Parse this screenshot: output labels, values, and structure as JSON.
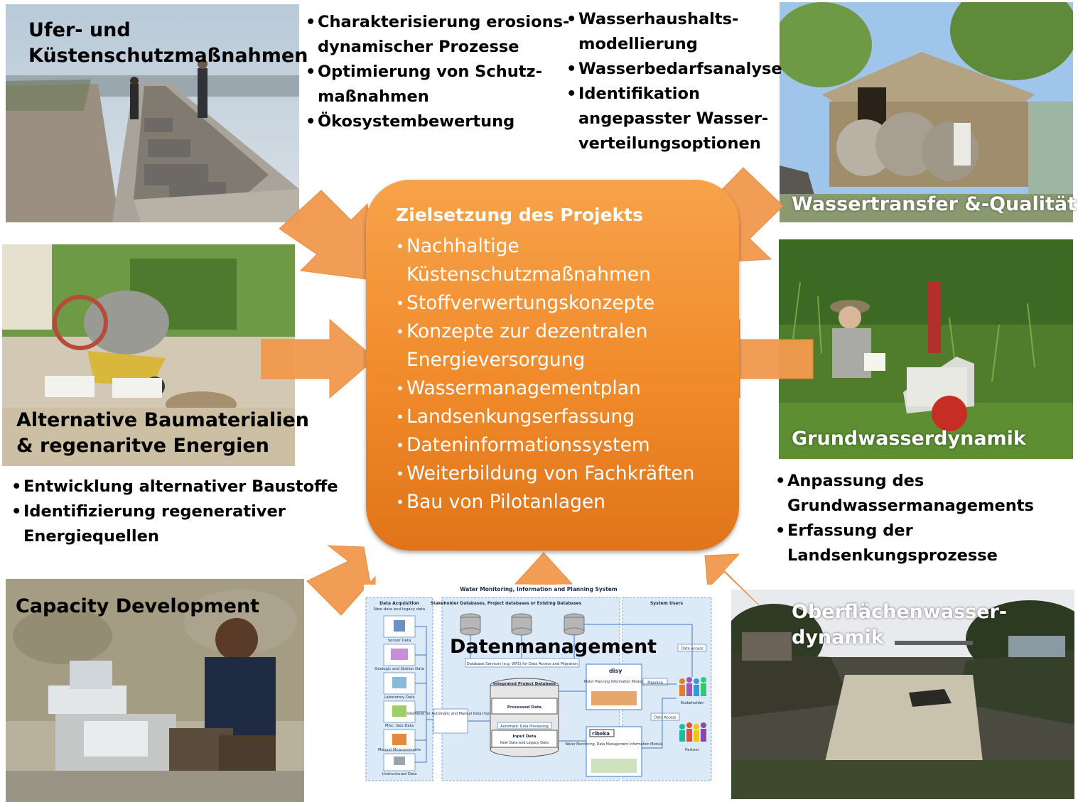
{
  "center": {
    "title": "Zielsetzung des Projekts",
    "items": [
      "Nachhaltige\nKüstenschutzmaßnahmen",
      "Stoffverwertungskonzepte",
      "Konzepte  zur dezentralen\nEnergieversorgung",
      "Wassermanagementplan",
      "Landsenkungserfassung",
      "Dateninformationssystem",
      "Weiterbildung  von Fachkräften",
      "Bau von Pilotanlagen"
    ]
  },
  "topics": {
    "coastal": {
      "title": "Ufer- und\nKüstenschutzmaßnahmen"
    },
    "water_transfer": {
      "title": "Wassertransfer &-Qualität"
    },
    "materials": {
      "title": "Alternative Baumaterialien\n& regenaritve Energien"
    },
    "groundwater": {
      "title": "Grundwasserdynamik"
    },
    "capacity": {
      "title": "Capacity Development"
    },
    "surface": {
      "title": "Oberflächenwasser-\ndynamik"
    },
    "data": {
      "title": "Datenmanagement"
    }
  },
  "bullets": {
    "coastal": [
      "Charakterisierung erosions-\ndynamischer Prozesse",
      "Optimierung von Schutz-\nmaßnahmen",
      "Ökosystembewertung"
    ],
    "water": [
      "Wasserhaushalts-\nmodellierung",
      "Wasserbedarfsanalyse",
      "Identifikation\nangepasster Wasser-\nverteilungsoptionen"
    ],
    "materials": [
      "Entwicklung alternativer Baustoffe",
      "Identifizierung regenerativer\nEnergiequellen"
    ],
    "groundwater": [
      "Anpassung des\nGrundwassermanagements",
      "Erfassung der\nLandsenkungsprozesse"
    ]
  },
  "data_system": {
    "title": "Water Monitoring, Information and Planning System",
    "acquisition": {
      "heading": "Data Acquisition",
      "sub": "New data and legacy data",
      "sources": [
        "Sensor Data",
        "Geologic and Station Data",
        "Laboratory Data",
        "Misc. Geo Data",
        "Manual Measurements",
        "Unstructured Data"
      ]
    },
    "stakeholder_db": "Stakeholder Databases, Project databases or Existing Databases",
    "services": "Database Services (e.g. WFS) for Data Access and Migration",
    "integrated": {
      "title": "Integrated Project Database",
      "processed": "Processed Data",
      "processing": "Automatic Data Processing",
      "input": "Input Data",
      "input_sub": "New Data and Legacy Data"
    },
    "interfaces": "Interfaces for Automatic and Manual Data Import",
    "modules": {
      "disy": {
        "brand": "disy",
        "text": "Water Planning Information Module"
      },
      "ribeka": {
        "brand": "ribeka",
        "text": "Water Monitoring, Data Management Information Module"
      }
    },
    "users": {
      "heading": "System Users",
      "stakeholder": "Stakeholder",
      "partner": "Partner"
    },
    "links": {
      "data_access_1": "Data Access",
      "planning": "Planning",
      "data_access_2": "Data Access"
    }
  }
}
